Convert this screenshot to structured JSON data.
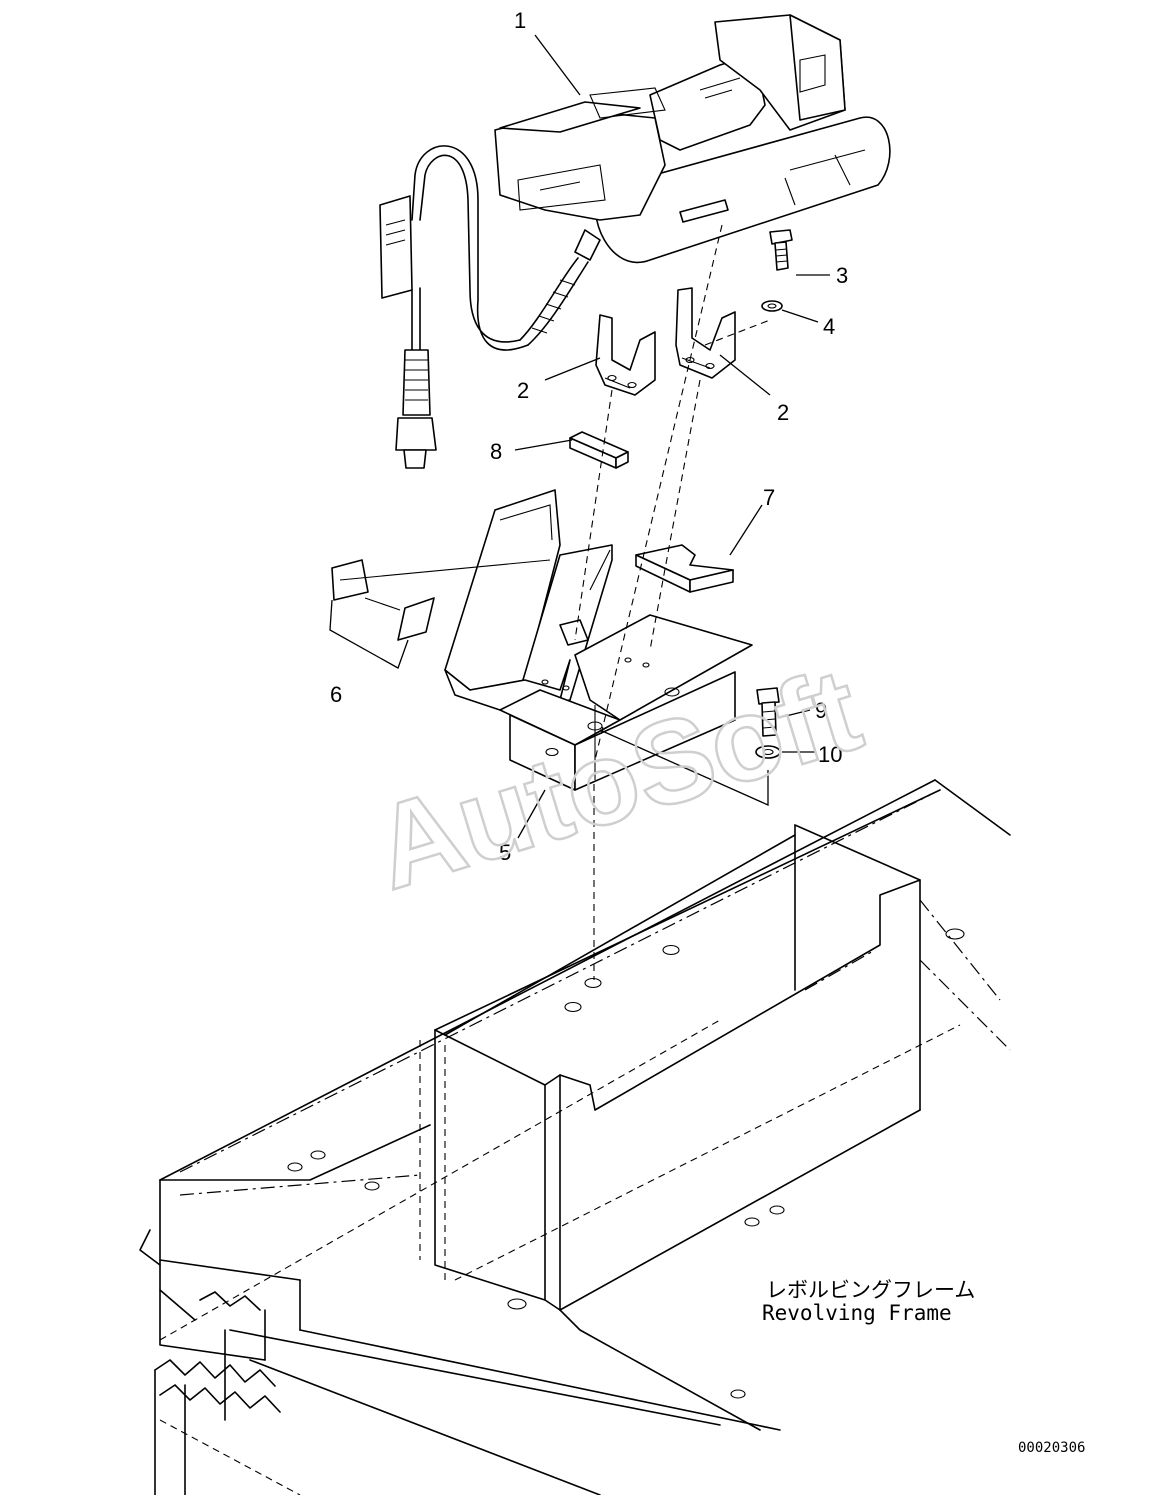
{
  "diagram": {
    "callouts": [
      {
        "id": "c1",
        "label": "1"
      },
      {
        "id": "c2a",
        "label": "2"
      },
      {
        "id": "c2b",
        "label": "2"
      },
      {
        "id": "c3",
        "label": "3"
      },
      {
        "id": "c4",
        "label": "4"
      },
      {
        "id": "c5",
        "label": "5"
      },
      {
        "id": "c6",
        "label": "6"
      },
      {
        "id": "c7",
        "label": "7"
      },
      {
        "id": "c8",
        "label": "8"
      },
      {
        "id": "c9",
        "label": "9"
      },
      {
        "id": "c10",
        "label": "10"
      }
    ],
    "frame_label_jp": "レボルビングフレーム",
    "frame_label_en": "Revolving Frame",
    "drawing_number": "00020306",
    "watermark": "AutoSoft"
  }
}
